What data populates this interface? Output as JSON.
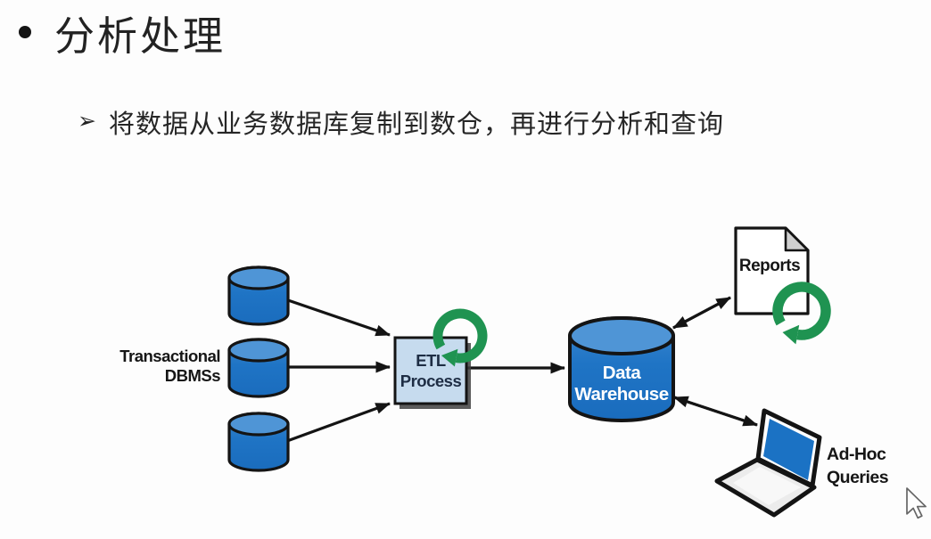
{
  "slide": {
    "bullet": "",
    "title": "分析处理",
    "sub_bullet_marker": "➢",
    "sub_bullet_text": "将数据从业务数据库复制到数仓，再进行分析和查询"
  },
  "diagram": {
    "transactional_label": [
      "Transactional",
      "DBMSs"
    ],
    "etl_label": [
      "ETL",
      "Process"
    ],
    "warehouse_label": [
      "Data",
      "Warehouse"
    ],
    "reports_label": "Reports",
    "adhoc_label": [
      "Ad-Hoc",
      "Queries"
    ],
    "colors": {
      "cylinder_body": "#1f74c5",
      "cylinder_top": "#4f95d6",
      "etl_box_fill": "#c6dbee",
      "etl_text": "#1e2d44",
      "refresh_green": "#1f9351",
      "outline": "#141414",
      "warehouse_text": "#ffffff",
      "laptop_screen": "#1b72c4",
      "doc_fold": "#cfcfcf"
    }
  },
  "cursor": {
    "name": "arrow-pointer"
  }
}
